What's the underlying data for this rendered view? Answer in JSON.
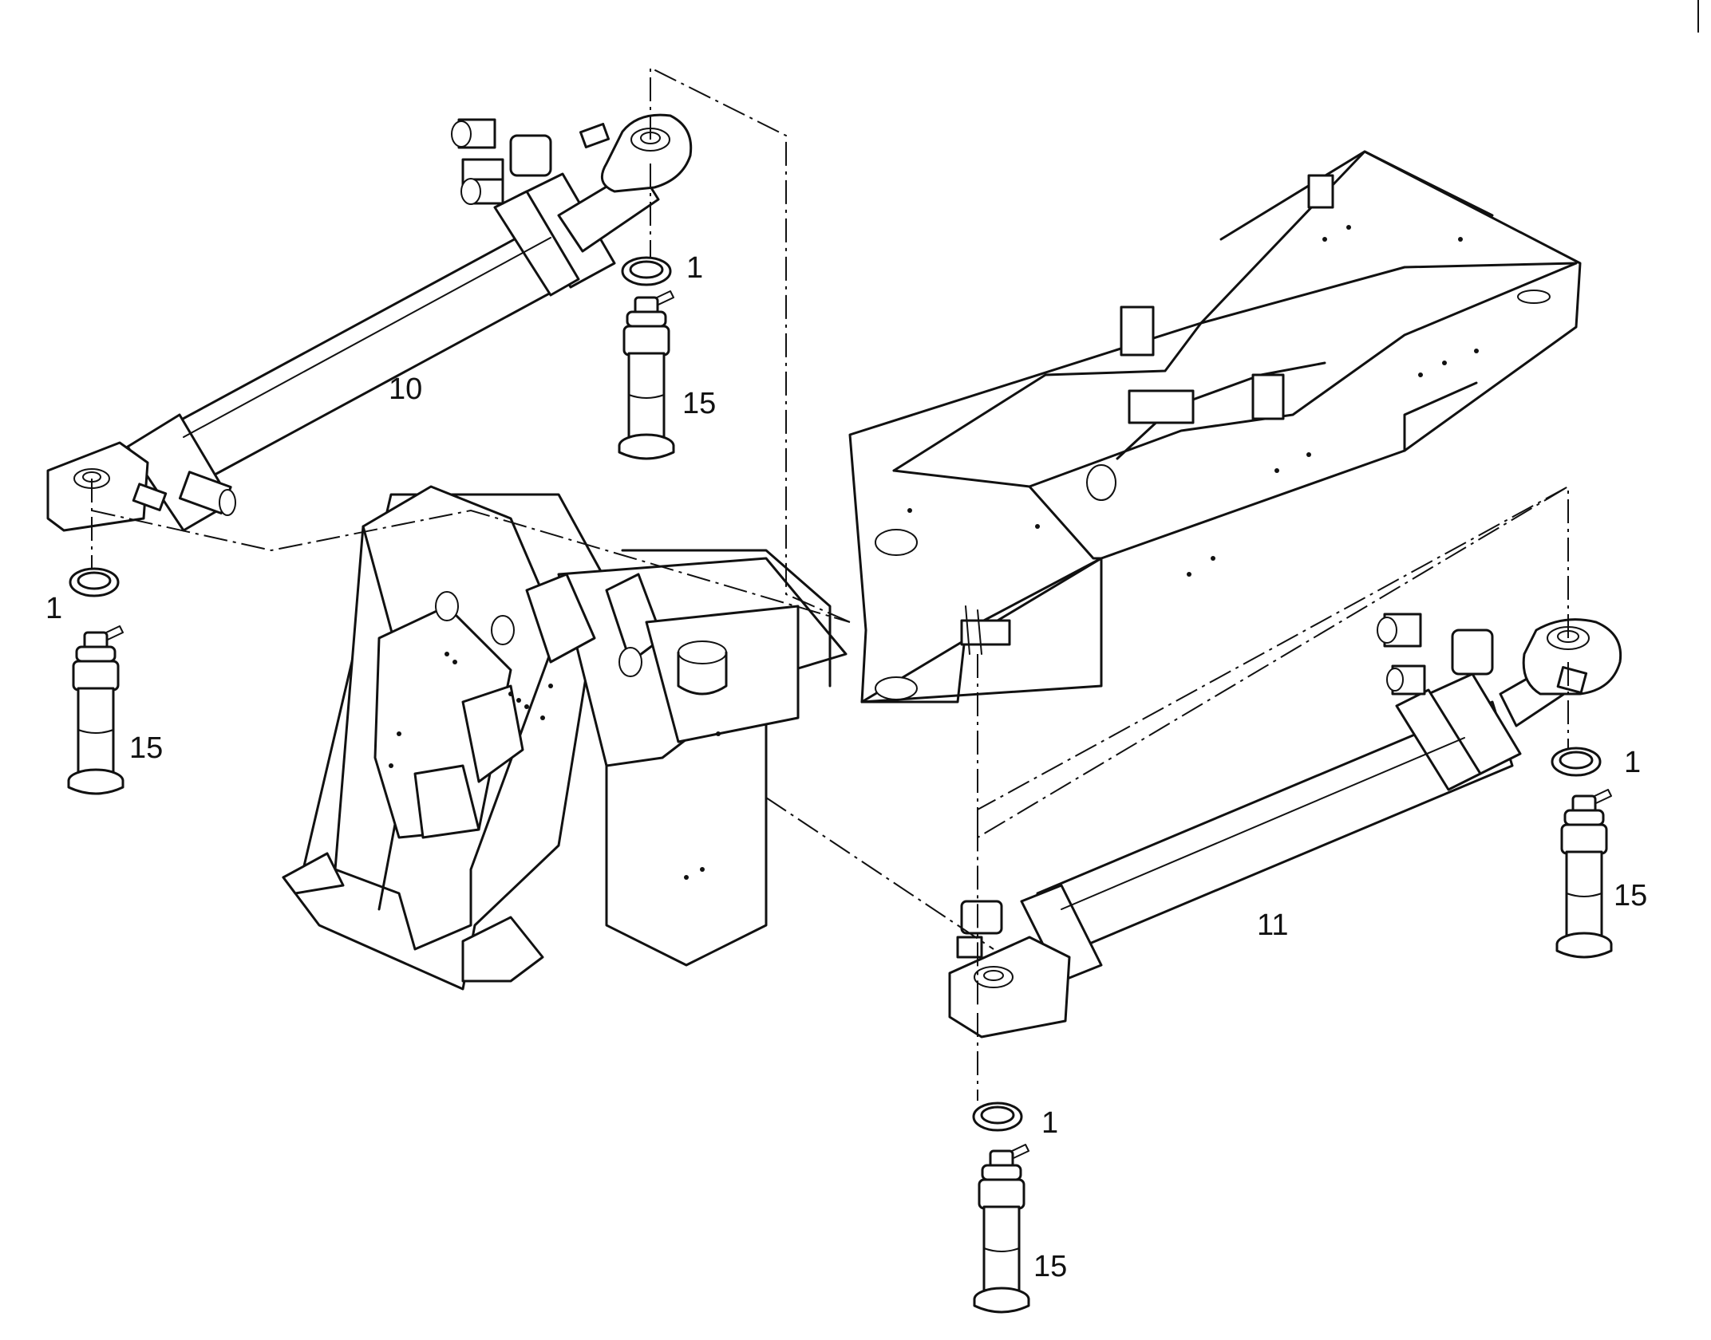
{
  "labels": {
    "cylinder_upper": "10",
    "cylinder_lower": "11",
    "washer_a": "1",
    "washer_b": "1",
    "washer_c": "1",
    "washer_d": "1",
    "pin_a": "15",
    "pin_b": "15",
    "pin_c": "15",
    "pin_d": "15"
  },
  "parts": {
    "cylinder_upper": "hydraulic-cylinder",
    "cylinder_lower": "hydraulic-cylinder",
    "front_frame": "loader-front-frame",
    "rear_frame": "rear-chassis-frame",
    "washers": "washer",
    "pins": "retaining-pin"
  },
  "colors": {
    "line": "#111111",
    "background": "#ffffff"
  }
}
